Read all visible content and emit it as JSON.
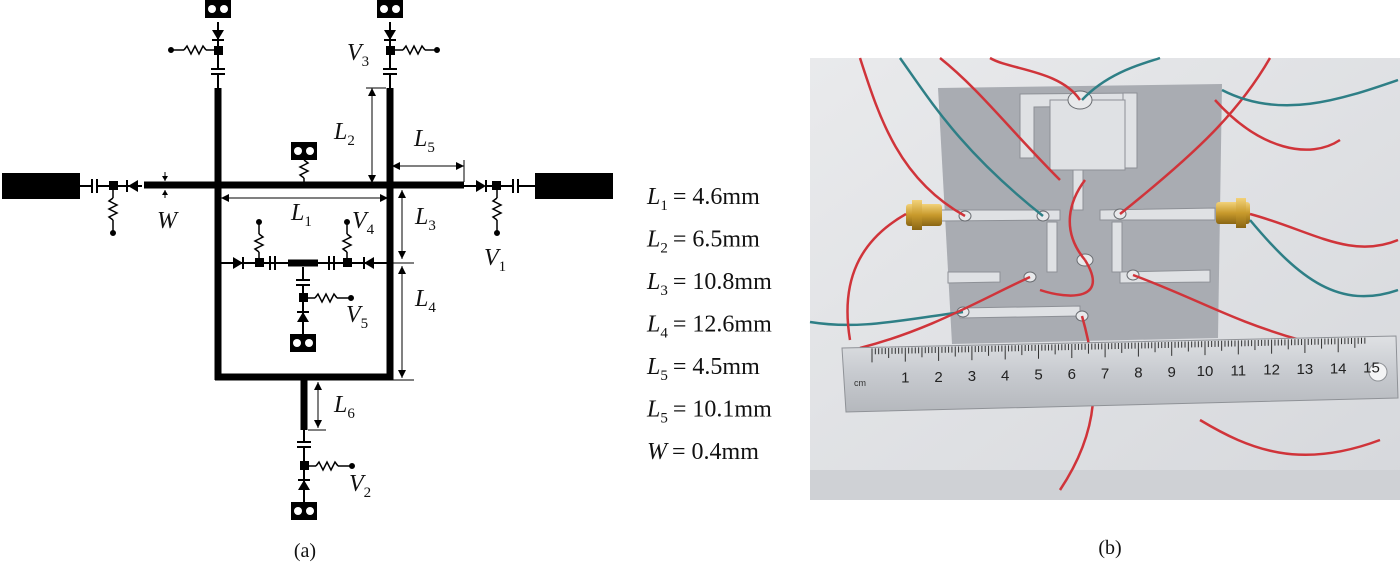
{
  "labels": {
    "L1": {
      "main": "L",
      "sub": "1"
    },
    "L2": {
      "main": "L",
      "sub": "2"
    },
    "L3": {
      "main": "L",
      "sub": "3"
    },
    "L4": {
      "main": "L",
      "sub": "4"
    },
    "L5": {
      "main": "L",
      "sub": "5"
    },
    "L6": {
      "main": "L",
      "sub": "6"
    },
    "W": "W",
    "V1": {
      "main": "V",
      "sub": "1"
    },
    "V2": {
      "main": "V",
      "sub": "2"
    },
    "V3": {
      "main": "V",
      "sub": "3"
    },
    "V4": {
      "main": "V",
      "sub": "4"
    },
    "V5": {
      "main": "V",
      "sub": "5"
    }
  },
  "captions": {
    "a": "(a)",
    "b": "(b)"
  },
  "parameters": [
    {
      "sym": "L",
      "sub": "1",
      "value": "= 4.6mm"
    },
    {
      "sym": "L",
      "sub": "2",
      "value": "= 6.5mm"
    },
    {
      "sym": "L",
      "sub": "3",
      "value": "= 10.8mm"
    },
    {
      "sym": "L",
      "sub": "4",
      "value": "= 12.6mm"
    },
    {
      "sym": "L",
      "sub": "5",
      "value": "= 4.5mm"
    },
    {
      "sym": "L",
      "sub": "5",
      "value": "= 10.1mm"
    },
    {
      "sym": "W",
      "sub": "",
      "value": "= 0.4mm"
    }
  ],
  "ruler": {
    "unit": "cm",
    "numbers": [
      "1",
      "2",
      "3",
      "4",
      "5",
      "6",
      "7",
      "8",
      "9",
      "10",
      "11",
      "12",
      "13",
      "14",
      "15"
    ]
  },
  "colors": {
    "trace": "#000000",
    "board": "#a9acb2",
    "wire_red": "#d0343a",
    "wire_teal": "#2e7f86"
  }
}
